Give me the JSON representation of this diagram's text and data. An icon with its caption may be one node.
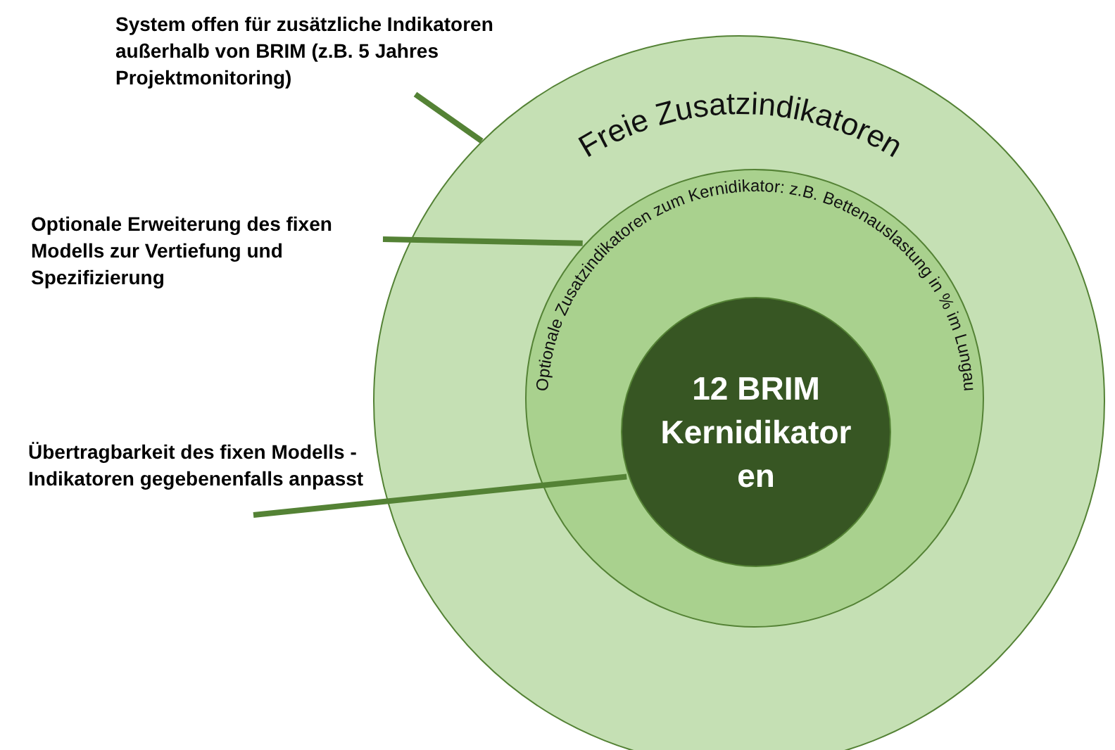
{
  "diagram": {
    "nodes": [
      {
        "text": [
          "System offen für zusätzliche Indikatoren außerhalb von BRIM (z.B. 5 Jahres Projektmonitoring)"
        ]
      },
      {
        "text": [
          "Freie Zusatzindikatoren"
        ]
      },
      {
        "text": [
          "Optionale Erweiterung des fixen Modells zur Vertiefung und Spezifizierung"
        ]
      },
      {
        "text": [
          "Optionale Zusatzindikatoren zum Kernidikator: z.B. Bettenauslastung in % im Lungau"
        ],
        "in": 1
      },
      {
        "text": [
          "12 BRIM Kernidikator en"
        ],
        "in": 3
      },
      {
        "text": [
          "Übertragbarkeit des fixen Modells - Indikatoren gegebenenfalls anpasst"
        ]
      }
    ],
    "edges": [
      {
        "from": 0,
        "to": 1,
        "arrow": "none"
      },
      {
        "from": 2,
        "to": 3,
        "arrow": "none"
      },
      {
        "from": 5,
        "to": 4,
        "arrow": "none"
      }
    ]
  }
}
